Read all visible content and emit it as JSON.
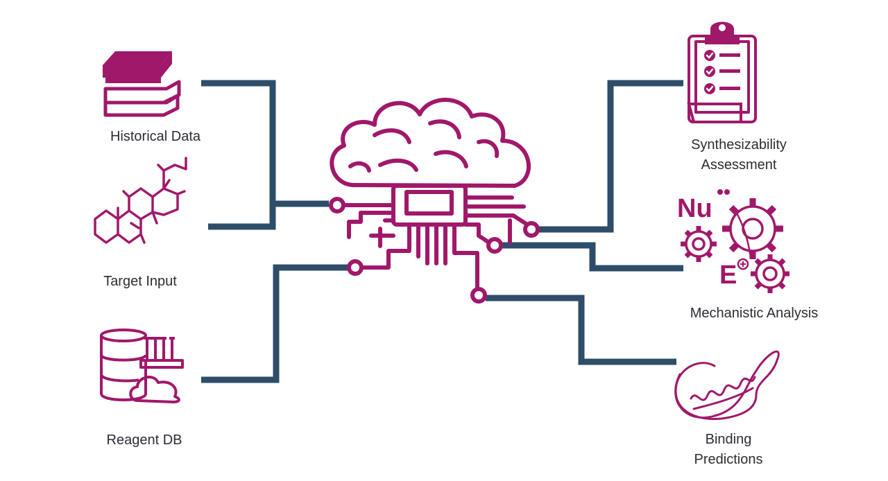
{
  "colors": {
    "accent": "#a0186a",
    "connector": "#2e4d69",
    "text": "#2e2a33",
    "background": "#ffffff"
  },
  "inputs": [
    {
      "id": "historical",
      "label": "Historical Data",
      "icon": "books-icon"
    },
    {
      "id": "target",
      "label": "Target Input",
      "icon": "molecule-structure-icon"
    },
    {
      "id": "reagent",
      "label": "Reagent DB",
      "icon": "database-cloud-icon"
    }
  ],
  "center": {
    "icon": "ai-brain-cloud-chip-icon"
  },
  "outputs": [
    {
      "id": "synth",
      "label_line1": "Synthesizability",
      "label_line2": "Assessment",
      "icon": "clipboard-checklist-icon"
    },
    {
      "id": "mech",
      "label": "Mechanistic Analysis",
      "icon": "gears-icon",
      "glyph_nu": "Nu",
      "glyph_e": "E"
    },
    {
      "id": "binding",
      "label_line1": "Binding",
      "label_line2": "Predictions",
      "icon": "protein-helix-icon"
    }
  ]
}
